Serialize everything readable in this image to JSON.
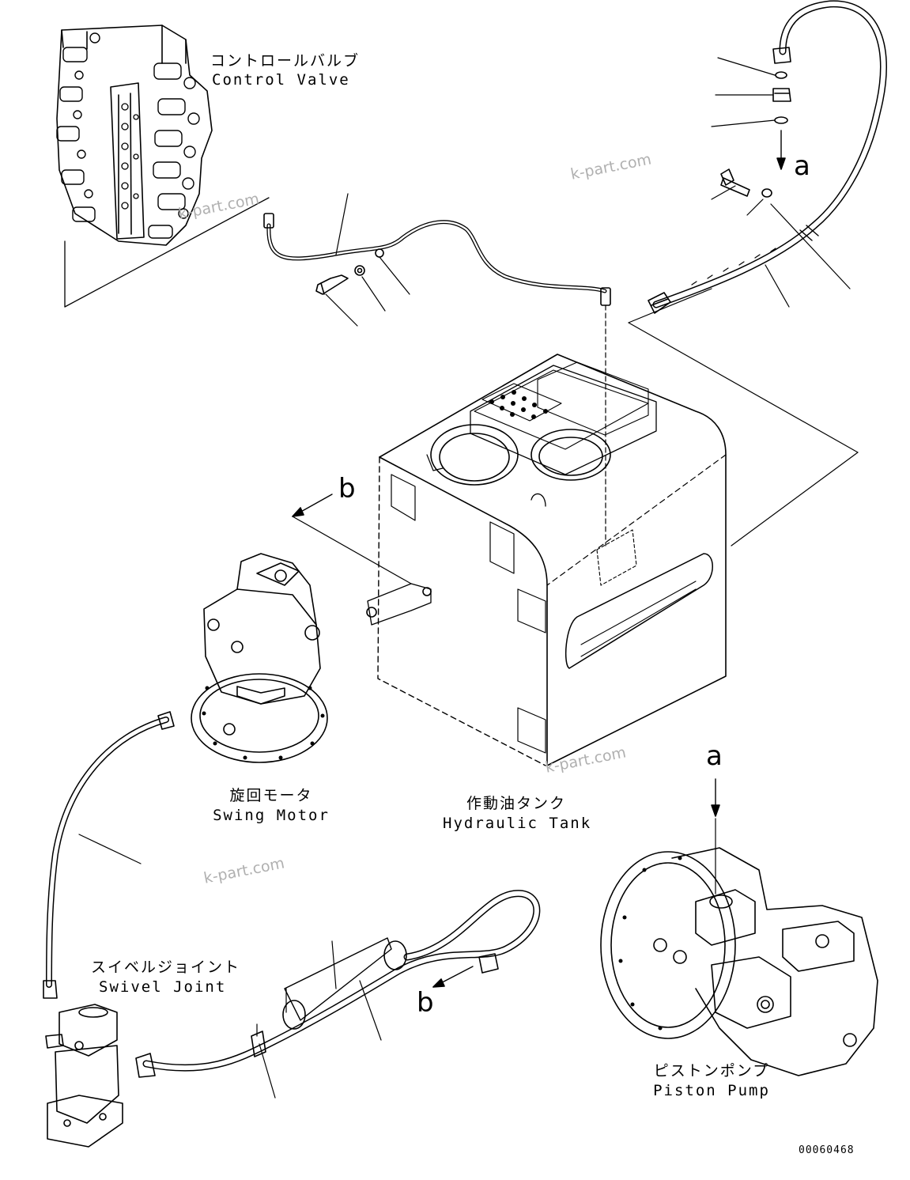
{
  "components": {
    "control_valve": {
      "jp": "コントロールバルブ",
      "en": "Control Valve"
    },
    "swing_motor": {
      "jp": "旋回モータ",
      "en": "Swing Motor"
    },
    "hydraulic_tank": {
      "jp": "作動油タンク",
      "en": "Hydraulic Tank"
    },
    "swivel_joint": {
      "jp": "スイベルジョイント",
      "en": "Swivel Joint"
    },
    "piston_pump": {
      "jp": "ピストンポンプ",
      "en": "Piston Pump"
    }
  },
  "callouts": {
    "a_top": "a",
    "a_pump": "a",
    "b_tank": "b",
    "b_hose": "b"
  },
  "watermarks": [
    "k-part.com",
    "k-part.com",
    "k-part.com",
    "k-part.com"
  ],
  "document_number": "00060468",
  "colors": {
    "line": "#000000",
    "watermark": "#b0b0b0",
    "background": "#ffffff"
  }
}
